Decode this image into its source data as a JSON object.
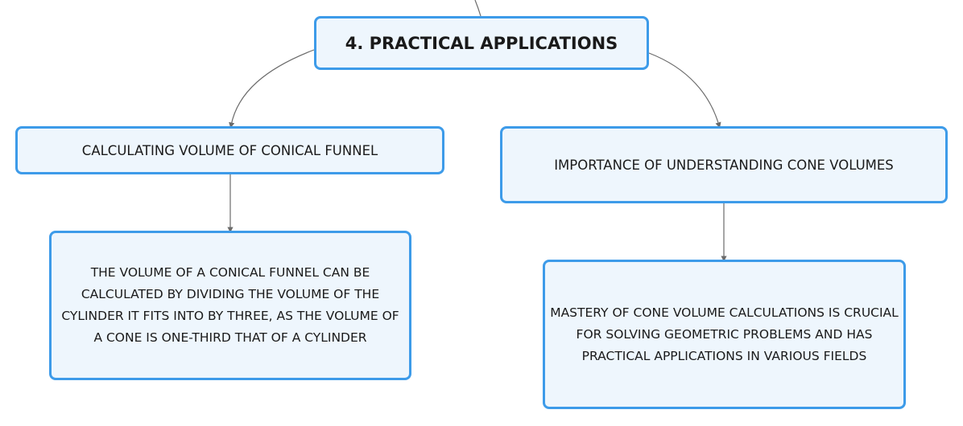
{
  "root": {
    "label": "4. PRACTICAL APPLICATIONS"
  },
  "branches": [
    {
      "title": "CALCULATING VOLUME OF CONICAL FUNNEL",
      "detail": "THE VOLUME OF A CONICAL FUNNEL CAN BE CALCULATED BY DIVIDING THE VOLUME OF THE CYLINDER IT FITS INTO BY THREE, AS THE VOLUME OF A CONE IS ONE-THIRD THAT OF A CYLINDER"
    },
    {
      "title": "IMPORTANCE OF UNDERSTANDING CONE VOLUMES",
      "detail": "MASTERY OF CONE VOLUME CALCULATIONS IS CRUCIAL FOR SOLVING GEOMETRIC PROBLEMS AND HAS PRACTICAL APPLICATIONS IN VARIOUS FIELDS"
    }
  ],
  "colors": {
    "node_border": "#3d9be9",
    "node_fill": "#eef6fd",
    "connector": "#6b6b6b",
    "text": "#1a1a1a"
  }
}
